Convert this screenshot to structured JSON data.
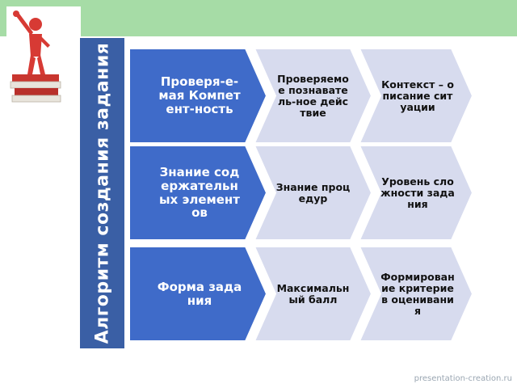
{
  "vertical_title": "Алгоритм создания задания",
  "rows": [
    {
      "cells": [
        "Проверя-е-мая Компетент-ность",
        "Проверяемое познаватель-ное действие",
        "Контекст – описание ситуации"
      ]
    },
    {
      "cells": [
        "Знание содержательных элементов",
        "Знание процедур",
        "Уровень сложности задания"
      ]
    },
    {
      "cells": [
        "Форма задания",
        "Максимальный балл",
        "Формирование критериев оценивания"
      ]
    }
  ],
  "footer": "presentation-creation.ru",
  "colors": {
    "top_band": "#a6dca6",
    "bar": "#3a5fa5",
    "chevron_first": "#3f6bc9",
    "chevron_light": "#d7dbee"
  }
}
